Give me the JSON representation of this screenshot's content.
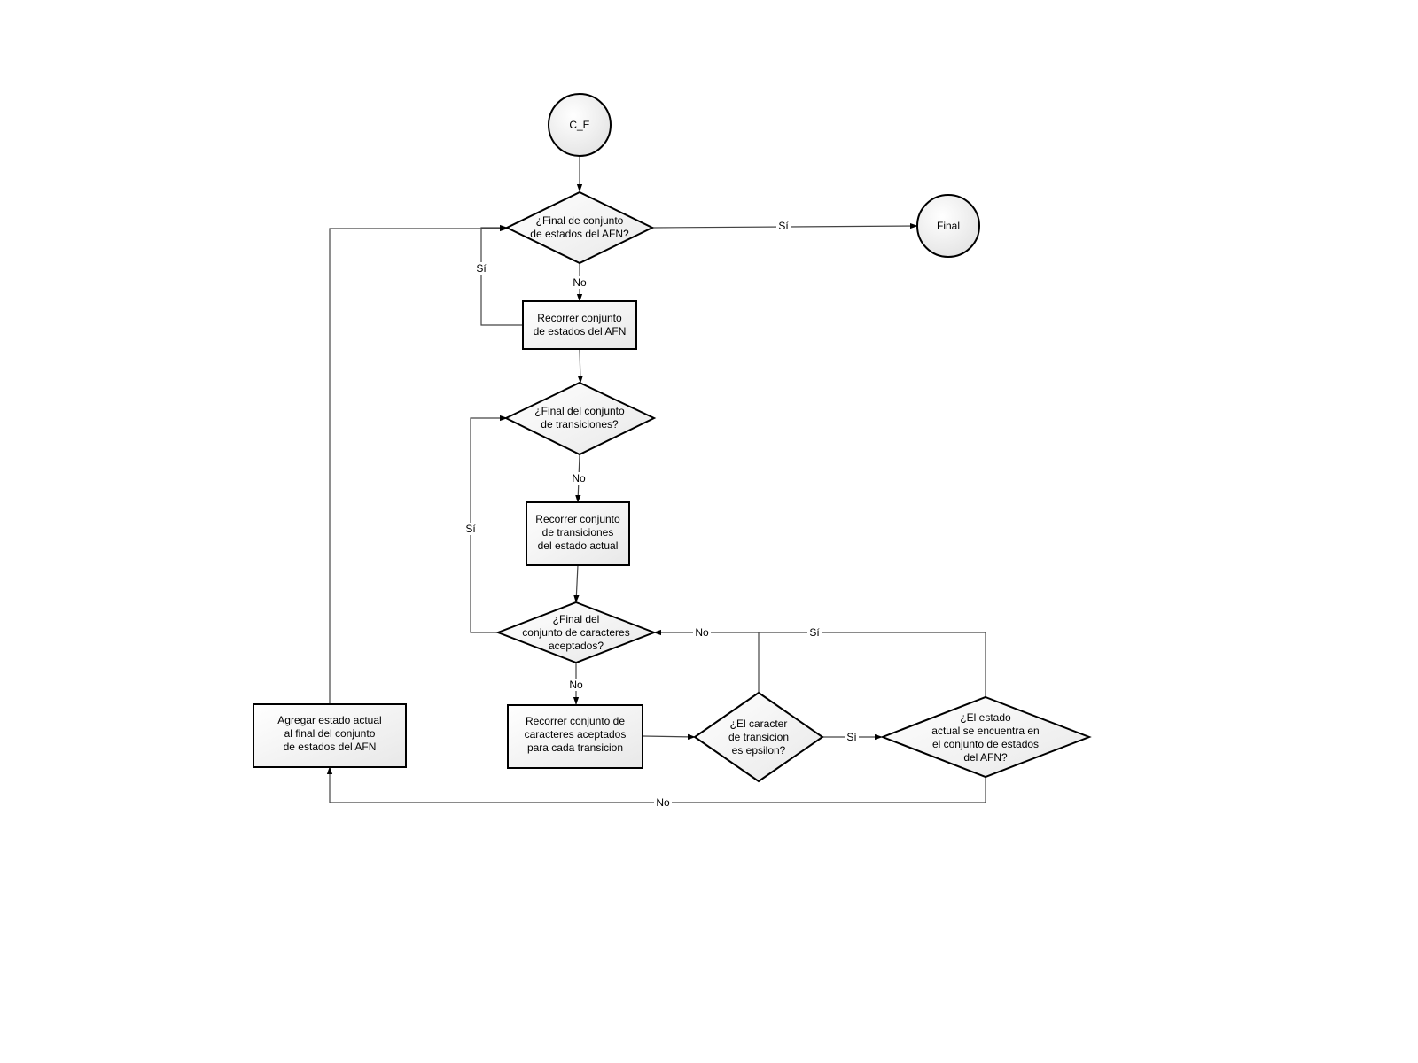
{
  "nodes": {
    "start": {
      "lines": [
        "C_E"
      ]
    },
    "d1": {
      "lines": [
        "¿Final de conjunto",
        "de estados del AFN?"
      ]
    },
    "end": {
      "lines": [
        "Final"
      ]
    },
    "p1": {
      "lines": [
        "Recorrer conjunto",
        "de estados del AFN"
      ]
    },
    "d2": {
      "lines": [
        "¿Final del conjunto",
        "de transiciones?"
      ]
    },
    "p2": {
      "lines": [
        "Recorrer conjunto",
        "de transiciones",
        "del estado actual"
      ]
    },
    "d3": {
      "lines": [
        "¿Final del",
        "conjunto de caracteres",
        "aceptados?"
      ]
    },
    "p3": {
      "lines": [
        "Recorrer conjunto de",
        "caracteres aceptados",
        "para cada transicion"
      ]
    },
    "d4": {
      "lines": [
        "¿El caracter",
        "de transicion",
        "es epsilon?"
      ]
    },
    "d5": {
      "lines": [
        "¿El estado",
        "actual se encuentra en",
        "el conjunto de estados",
        "del AFN?"
      ]
    },
    "p4": {
      "lines": [
        "Agregar estado actual",
        "al final del conjunto",
        "de estados del AFN"
      ]
    }
  },
  "edges": {
    "d1_end": "Sí",
    "d1_p1": "No",
    "p1_d1": "Sí",
    "d2_p2": "No",
    "d3_d2": "Sí",
    "d3_p3": "No",
    "d4_d3": "No",
    "d5_d3": "Sí",
    "d4_d5": "Sí",
    "d5_p4": "No"
  },
  "colors": {
    "shape_fill_light": "#ffffff",
    "shape_fill_dark": "#e6e6e6",
    "stroke": "#000000",
    "edge": "#444444"
  }
}
